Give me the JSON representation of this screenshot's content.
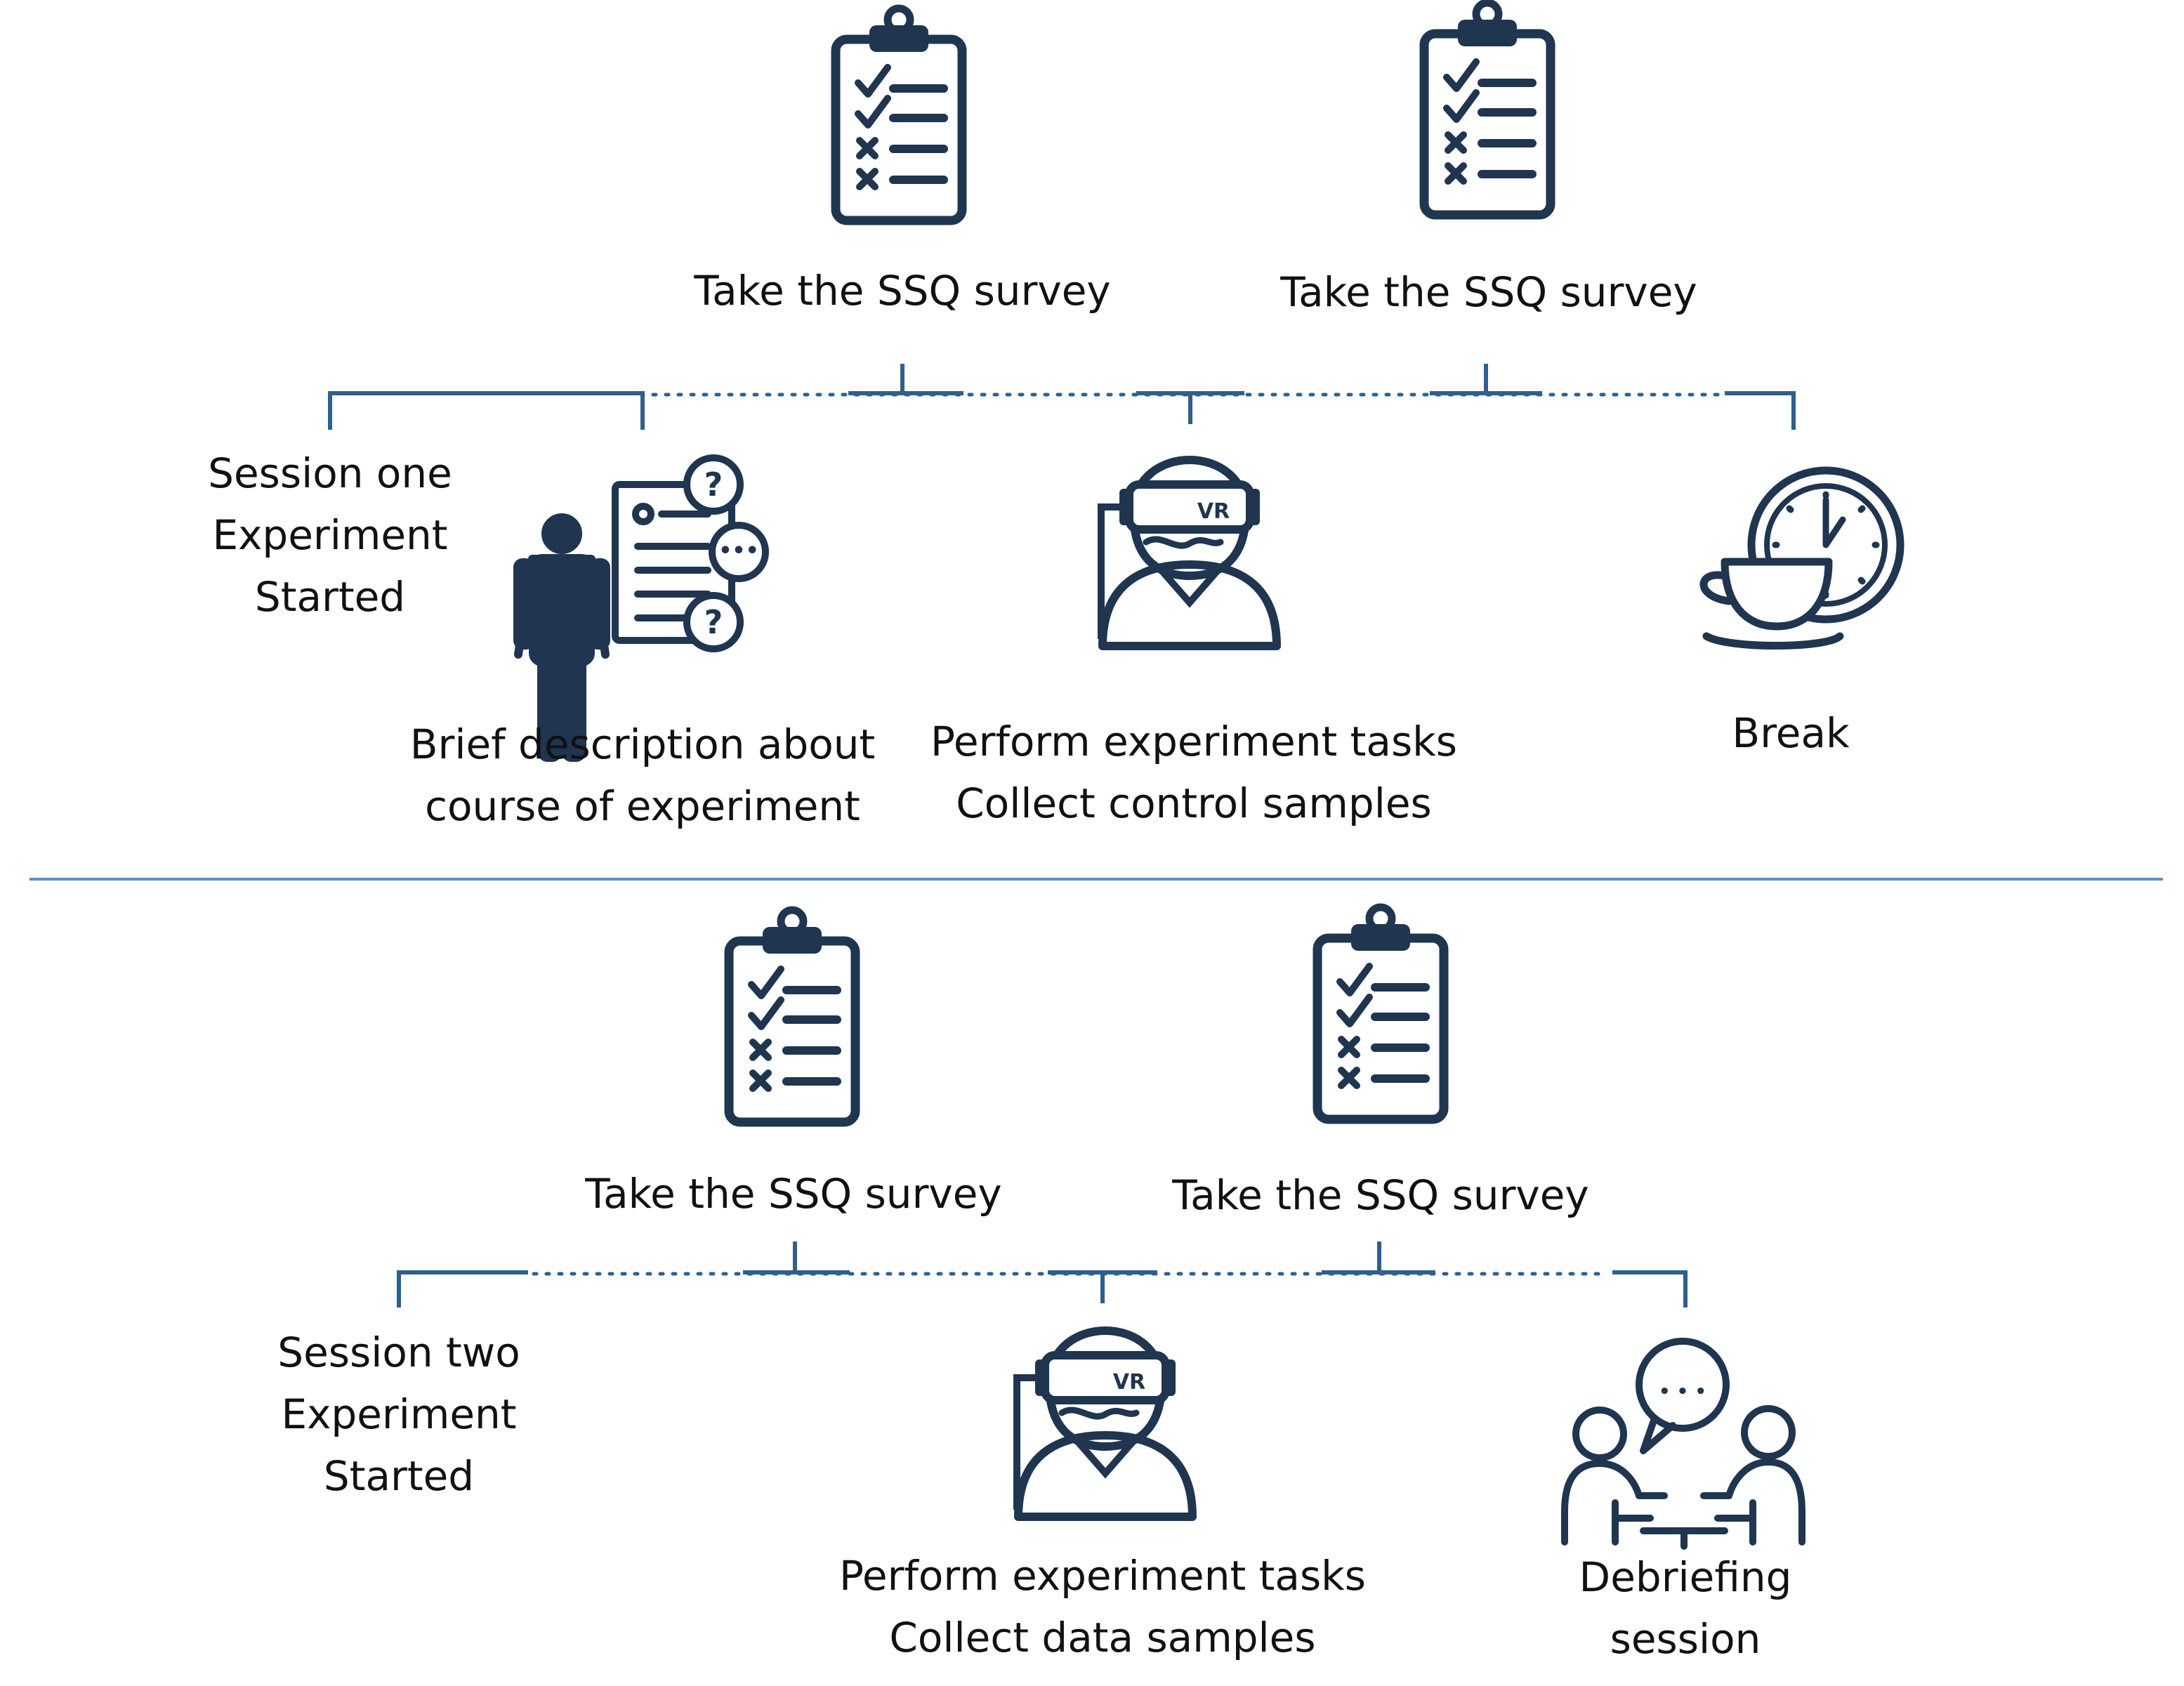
{
  "colors": {
    "navy": "#1f3550",
    "connector": "#2e5f8f",
    "divider": "#5b8fc7"
  },
  "session_one": {
    "start_label": [
      "Session one",
      "Experiment",
      "Started"
    ],
    "survey_1": "Take the SSQ survey",
    "survey_2": "Take the SSQ survey",
    "brief_label": [
      "Brief description about",
      "course of experiment"
    ],
    "tasks_label": [
      "Perform experiment tasks",
      "Collect control samples"
    ],
    "break_label": "Break",
    "icons": [
      "clipboard-checklist-icon",
      "clipboard-checklist-icon",
      "person-document-questions-icon",
      "vr-headset-user-icon",
      "coffee-cup-clock-icon"
    ]
  },
  "session_two": {
    "start_label": [
      "Session two",
      "Experiment",
      "Started"
    ],
    "survey_1": "Take the SSQ survey",
    "survey_2": "Take the SSQ survey",
    "tasks_label": [
      "Perform experiment tasks",
      "Collect data samples"
    ],
    "debrief_label": [
      "Debriefing",
      "session"
    ],
    "icons": [
      "clipboard-checklist-icon",
      "clipboard-checklist-icon",
      "vr-headset-user-icon",
      "two-people-conversation-icon"
    ]
  }
}
